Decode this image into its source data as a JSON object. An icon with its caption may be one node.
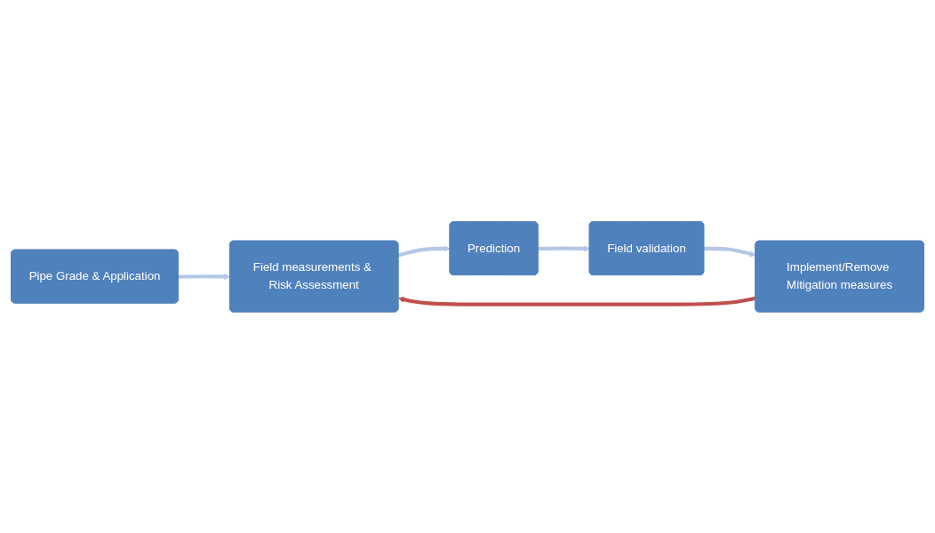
{
  "diagram": {
    "nodes": [
      {
        "text": [
          "Pipe Grade & Application"
        ]
      },
      {
        "text": [
          "Field measurements & Risk Assessment"
        ]
      },
      {
        "text": [
          "Prediction"
        ]
      },
      {
        "text": [
          "Field validation"
        ]
      },
      {
        "text": [
          "Implement/Remove Mitigation measures"
        ]
      }
    ],
    "edges": [
      {
        "from": 0,
        "to": 1,
        "arrow": "to"
      },
      {
        "from": 1,
        "to": 2,
        "arrow": "to"
      },
      {
        "from": 2,
        "to": 3,
        "arrow": "to"
      },
      {
        "from": 3,
        "to": 4,
        "arrow": "to"
      },
      {
        "from": 4,
        "to": 1,
        "arrow": "to",
        "color": "#c0504d"
      }
    ]
  }
}
